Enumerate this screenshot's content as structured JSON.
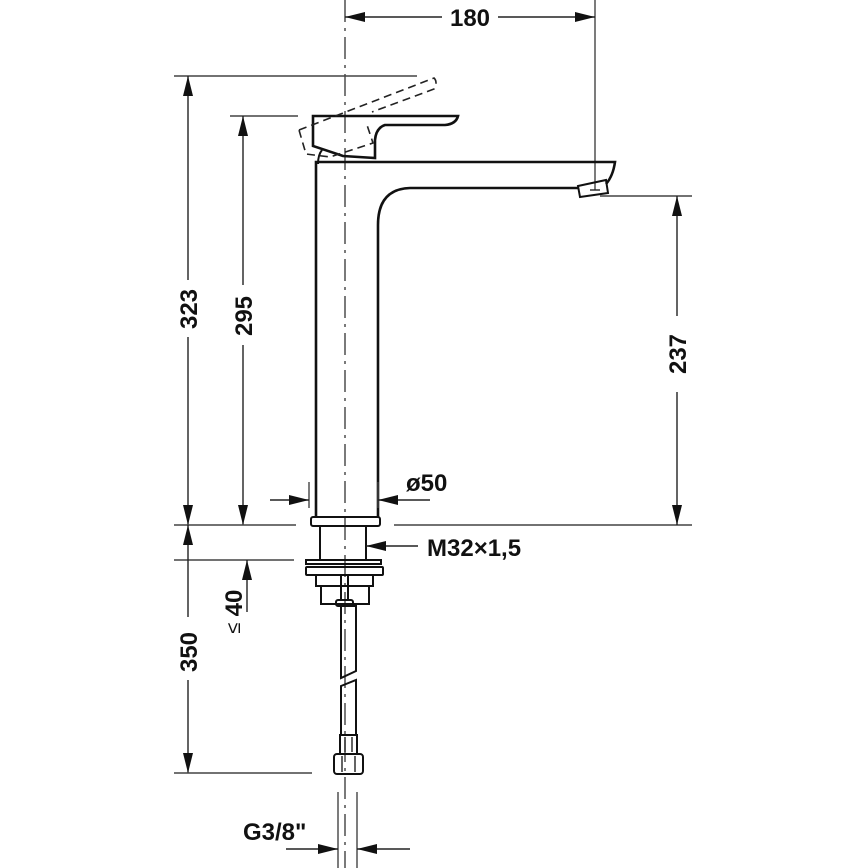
{
  "drawing": {
    "subject": "Single lever basin mixer, tall version",
    "dimensions": {
      "spout_reach": "180",
      "total_height": "323",
      "handle_height": "295",
      "outlet_height": "237",
      "body_diameter": "ø50",
      "thread": "M32×1,5",
      "countertop_thickness_prefix": "≤",
      "countertop_thickness": "40",
      "hose_length": "350",
      "connection": "G3/8\""
    }
  }
}
